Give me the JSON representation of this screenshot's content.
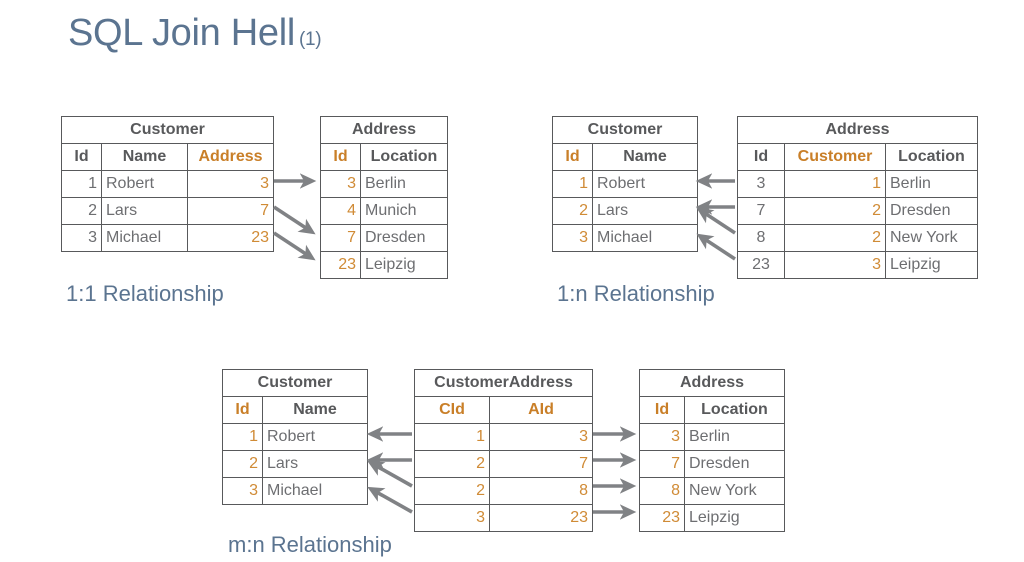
{
  "title": {
    "main": "SQL Join Hell",
    "suffix": "(1)",
    "color": "#5B7490"
  },
  "palette": {
    "accent_orange": "#D08B36",
    "header_orange": "#C97F28",
    "text_gray": "#6D6E71",
    "border_gray": "#58595B",
    "title_blue": "#5B7490",
    "arrow_gray": "#808285",
    "background": "#FFFFFF"
  },
  "groups": [
    {
      "id": "one-to-one",
      "label": "1:1 Relationship",
      "tables": [
        {
          "name": "Customer",
          "columns": [
            {
              "label": "Id",
              "accent": false
            },
            {
              "label": "Name",
              "accent": false
            },
            {
              "label": "Address",
              "accent": true
            }
          ],
          "rows": [
            [
              "1",
              "Robert",
              "3"
            ],
            [
              "2",
              "Lars",
              "7"
            ],
            [
              "3",
              "Michael",
              "23"
            ]
          ]
        },
        {
          "name": "Address",
          "columns": [
            {
              "label": "Id",
              "accent": true
            },
            {
              "label": "Location",
              "accent": false
            }
          ],
          "rows": [
            [
              "3",
              "Berlin"
            ],
            [
              "4",
              "Munich"
            ],
            [
              "7",
              "Dresden"
            ],
            [
              "23",
              "Leipzig"
            ]
          ]
        }
      ]
    },
    {
      "id": "one-to-many",
      "label": "1:n Relationship",
      "tables": [
        {
          "name": "Customer",
          "columns": [
            {
              "label": "Id",
              "accent": true
            },
            {
              "label": "Name",
              "accent": false
            }
          ],
          "rows": [
            [
              "1",
              "Robert"
            ],
            [
              "2",
              "Lars"
            ],
            [
              "3",
              "Michael"
            ]
          ]
        },
        {
          "name": "Address",
          "columns": [
            {
              "label": "Id",
              "accent": false
            },
            {
              "label": "Customer",
              "accent": true
            },
            {
              "label": "Location",
              "accent": false
            }
          ],
          "rows": [
            [
              "3",
              "1",
              "Berlin"
            ],
            [
              "7",
              "2",
              "Dresden"
            ],
            [
              "8",
              "2",
              "New York"
            ],
            [
              "23",
              "3",
              "Leipzig"
            ]
          ]
        }
      ]
    },
    {
      "id": "many-to-many",
      "label": "m:n Relationship",
      "tables": [
        {
          "name": "Customer",
          "columns": [
            {
              "label": "Id",
              "accent": true
            },
            {
              "label": "Name",
              "accent": false
            }
          ],
          "rows": [
            [
              "1",
              "Robert"
            ],
            [
              "2",
              "Lars"
            ],
            [
              "3",
              "Michael"
            ]
          ]
        },
        {
          "name": "CustomerAddress",
          "columns": [
            {
              "label": "CId",
              "accent": true
            },
            {
              "label": "AId",
              "accent": true
            }
          ],
          "rows": [
            [
              "1",
              "3"
            ],
            [
              "2",
              "7"
            ],
            [
              "2",
              "8"
            ],
            [
              "3",
              "23"
            ]
          ]
        },
        {
          "name": "Address",
          "columns": [
            {
              "label": "Id",
              "accent": true
            },
            {
              "label": "Location",
              "accent": false
            }
          ],
          "rows": [
            [
              "3",
              "Berlin"
            ],
            [
              "7",
              "Dresden"
            ],
            [
              "8",
              "New York"
            ],
            [
              "23",
              "Leipzig"
            ]
          ]
        }
      ]
    }
  ]
}
